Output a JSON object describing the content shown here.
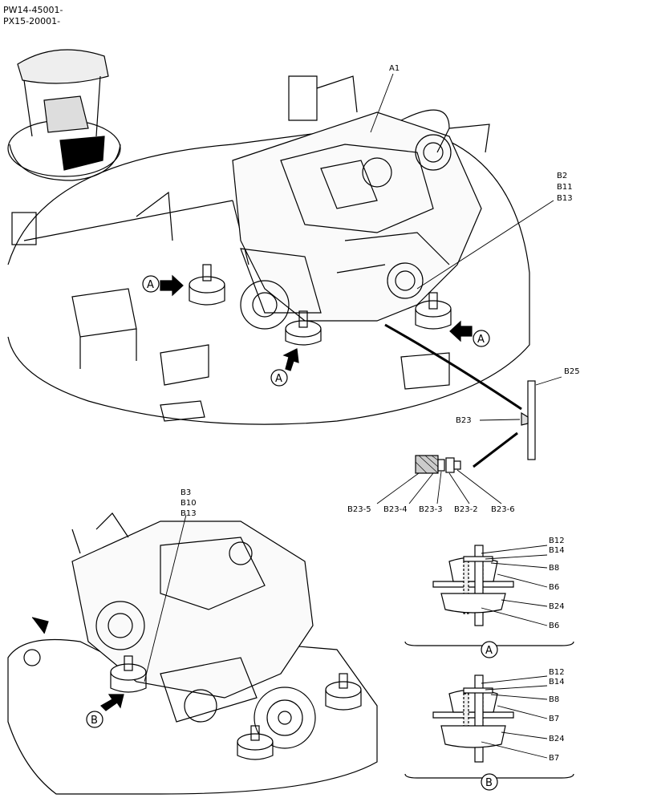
{
  "header": {
    "line1": "PW14-45001-",
    "line2": "PX15-20001-"
  },
  "callouts": {
    "a1": "A1",
    "b2": "B2",
    "b11": "B11",
    "b13_top": "B13",
    "b25": "B25",
    "b23": "B23",
    "b23_5": "B23-5",
    "b23_4": "B23-4",
    "b23_3": "B23-3",
    "b23_2": "B23-2",
    "b23_6": "B23-6",
    "b3": "B3",
    "b10": "B10",
    "b13_low": "B13",
    "a_top_left": "A",
    "a_mid": "A",
    "a_right": "A",
    "b_low": "B"
  },
  "detail_a": {
    "b12": "B12",
    "b14": "B14",
    "b8": "B8",
    "b6_top": "B6",
    "b24": "B24",
    "b6_bot": "B6",
    "title": "A"
  },
  "detail_b": {
    "b12": "B12",
    "b14": "B14",
    "b8": "B8",
    "b7_top": "B7",
    "b24": "B24",
    "b7_bot": "B7",
    "title": "B"
  }
}
